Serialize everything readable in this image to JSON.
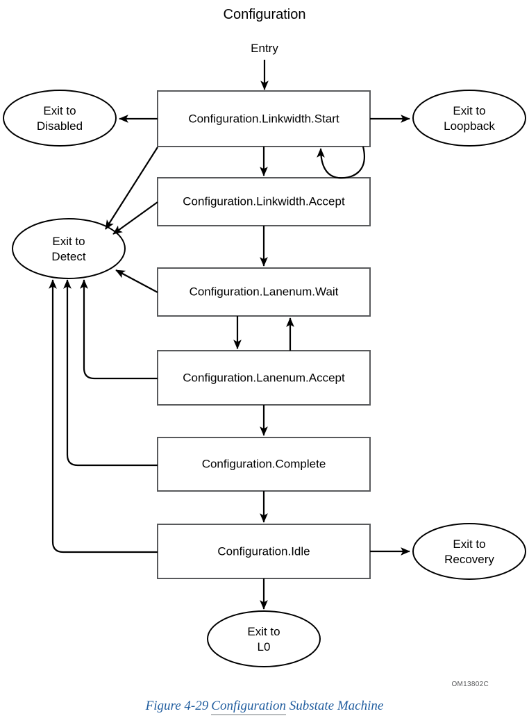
{
  "diagram": {
    "title": "Configuration",
    "entry_label": "Entry",
    "doc_code": "OM13802C",
    "states": [
      {
        "id": "linkwidth-start",
        "label": "Configuration.Linkwidth.Start"
      },
      {
        "id": "linkwidth-accept",
        "label": "Configuration.Linkwidth.Accept"
      },
      {
        "id": "lanenum-wait",
        "label": "Configuration.Lanenum.Wait"
      },
      {
        "id": "lanenum-accept",
        "label": "Configuration.Lanenum.Accept"
      },
      {
        "id": "complete",
        "label": "Configuration.Complete"
      },
      {
        "id": "idle",
        "label": "Configuration.Idle"
      }
    ],
    "exits": [
      {
        "id": "exit-disabled",
        "line1": "Exit to",
        "line2": "Disabled"
      },
      {
        "id": "exit-loopback",
        "line1": "Exit to",
        "line2": "Loopback"
      },
      {
        "id": "exit-detect",
        "line1": "Exit to",
        "line2": "Detect"
      },
      {
        "id": "exit-recovery",
        "line1": "Exit to",
        "line2": "Recovery"
      },
      {
        "id": "exit-l0",
        "line1": "Exit to",
        "line2": "L0"
      }
    ],
    "colors": {
      "box_stroke": "#58595b",
      "ellipse_stroke": "#000000",
      "edge": "#000000",
      "caption": "#1f5c9e",
      "doc_code": "#58595b"
    }
  },
  "caption": {
    "figure_number": "Figure  4-29",
    "title_underlined": "Configuration",
    "title_rest": " Substate Machine"
  }
}
